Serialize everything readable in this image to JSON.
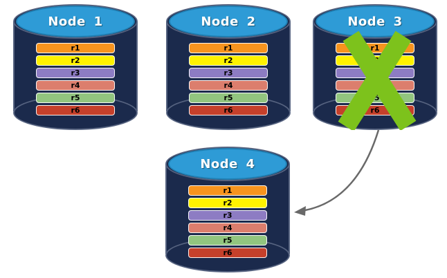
{
  "diagram": {
    "background": "#FFFFFF",
    "colors": {
      "cylinder_body": "#1B2A4C",
      "cylinder_top": "#2E9BD6",
      "cylinder_top_border": "#2080B4",
      "cylinder_rim": "#97A2BD",
      "bar_border": "#FFFFFF",
      "bar_label_text": "#000000",
      "title_text": "#FFFFFF",
      "failure_cross": "#7DC21C",
      "arrow": "#696969"
    },
    "nodes": [
      {
        "title": "Node 1",
        "failed": false,
        "rows": [
          {
            "label": "r1",
            "color": "#F7941E"
          },
          {
            "label": "r2",
            "color": "#FFF200"
          },
          {
            "label": "r3",
            "color": "#8D7CC3"
          },
          {
            "label": "r4",
            "color": "#DC7E6D"
          },
          {
            "label": "r5",
            "color": "#92C57F"
          },
          {
            "label": "r6",
            "color": "#C5402B"
          }
        ]
      },
      {
        "title": "Node 2",
        "failed": false,
        "rows": [
          {
            "label": "r1",
            "color": "#F7941E"
          },
          {
            "label": "r2",
            "color": "#FFF200"
          },
          {
            "label": "r3",
            "color": "#8D7CC3"
          },
          {
            "label": "r4",
            "color": "#DC7E6D"
          },
          {
            "label": "r5",
            "color": "#92C57F"
          },
          {
            "label": "r6",
            "color": "#C5402B"
          }
        ]
      },
      {
        "title": "Node 3",
        "failed": true,
        "rows": [
          {
            "label": "r1",
            "color": "#F7941E"
          },
          {
            "label": "r2",
            "color": "#FFF200"
          },
          {
            "label": "r3",
            "color": "#8D7CC3"
          },
          {
            "label": "r4",
            "color": "#DC7E6D"
          },
          {
            "label": "r5",
            "color": "#92C57F"
          },
          {
            "label": "r6",
            "color": "#C5402B"
          }
        ]
      },
      {
        "title": "Node 4",
        "failed": false,
        "rows": [
          {
            "label": "r1",
            "color": "#F7941E"
          },
          {
            "label": "r2",
            "color": "#FFF200"
          },
          {
            "label": "r3",
            "color": "#8D7CC3"
          },
          {
            "label": "r4",
            "color": "#DC7E6D"
          },
          {
            "label": "r5",
            "color": "#92C57F"
          },
          {
            "label": "r6",
            "color": "#C5402B"
          }
        ]
      }
    ]
  }
}
